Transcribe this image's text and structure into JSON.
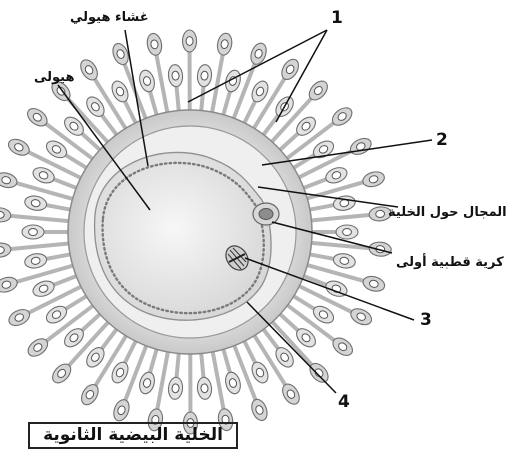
{
  "labels": {
    "membrane": "غشاء هيولي",
    "cytoplasm": "هيولى",
    "perivitelline_space": "المجال حول الخلية",
    "polar_body": "كرية قطبية أولى",
    "n1": "1",
    "n2": "2",
    "n3": "3",
    "n4": "4"
  },
  "caption": "الخلية البيضية الثانوية"
}
